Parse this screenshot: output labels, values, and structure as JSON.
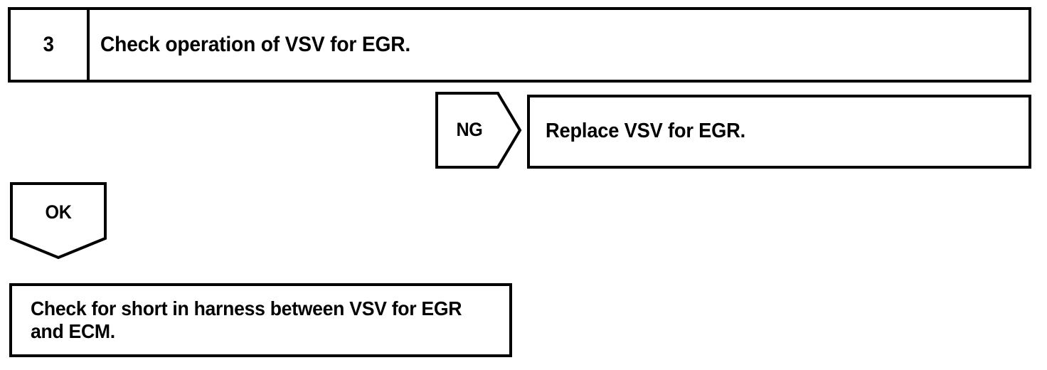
{
  "diagram": {
    "type": "troubleshooting-flowchart",
    "colors": {
      "stroke": "#000000",
      "background": "#ffffff",
      "text": "#000000"
    },
    "step": {
      "number": "3",
      "instruction": "Check operation of VSV for EGR."
    },
    "branches": {
      "ng": {
        "label": "NG",
        "direction": "right",
        "result_text": "Replace VSV for EGR."
      },
      "ok": {
        "label": "OK",
        "direction": "down",
        "result_text": "Check for short in harness between VSV for EGR and ECM."
      }
    }
  }
}
